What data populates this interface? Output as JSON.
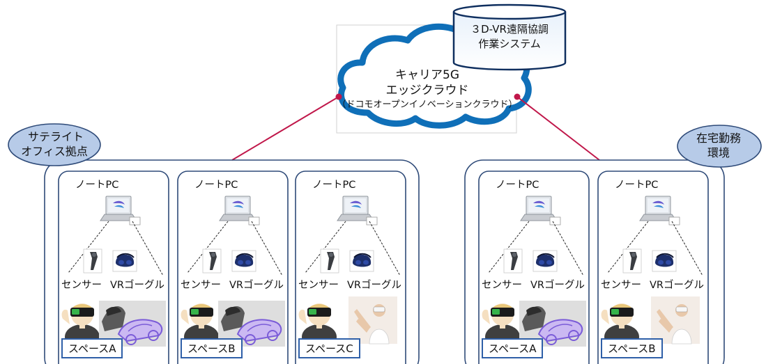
{
  "cloud": {
    "title_line1": "キャリア5G",
    "title_line2": "エッジクラウド",
    "subtitle": "（ドコモオープンイノベーションクラウド）"
  },
  "database": {
    "line1": "３D-VR遠隔協調",
    "line2": "作業システム"
  },
  "sites": [
    {
      "badge_line1": "サテライト",
      "badge_line2": "オフィス拠点",
      "spaces": [
        {
          "pc_label": "ノートPC",
          "sensor_label": "センサー",
          "vr_label": "VRゴーグル",
          "space_label": "スペースA",
          "scene": "car"
        },
        {
          "pc_label": "ノートPC",
          "sensor_label": "センサー",
          "vr_label": "VRゴーグル",
          "space_label": "スペースB",
          "scene": "car"
        },
        {
          "pc_label": "ノートPC",
          "sensor_label": "センサー",
          "vr_label": "VRゴーグル",
          "space_label": "スペースC",
          "scene": "woman"
        }
      ]
    },
    {
      "badge_line1": "在宅勤務",
      "badge_line2": "環境",
      "spaces": [
        {
          "pc_label": "ノートPC",
          "sensor_label": "センサー",
          "vr_label": "VRゴーグル",
          "space_label": "スペースA",
          "scene": "car"
        },
        {
          "pc_label": "ノートPC",
          "sensor_label": "センサー",
          "vr_label": "VRゴーグル",
          "space_label": "スペースB",
          "scene": "woman"
        }
      ]
    }
  ],
  "colors": {
    "cloud_outline": "#0f6fb8",
    "connector": "#c0174a",
    "badge_fill": "#b7cbe8",
    "frame": "#2e4a78"
  },
  "icons": [
    "laptop-icon",
    "vr-controller-icon",
    "vr-headset-icon",
    "user-with-vr-headset-icon",
    "car-model-image",
    "woman-vr-image"
  ]
}
